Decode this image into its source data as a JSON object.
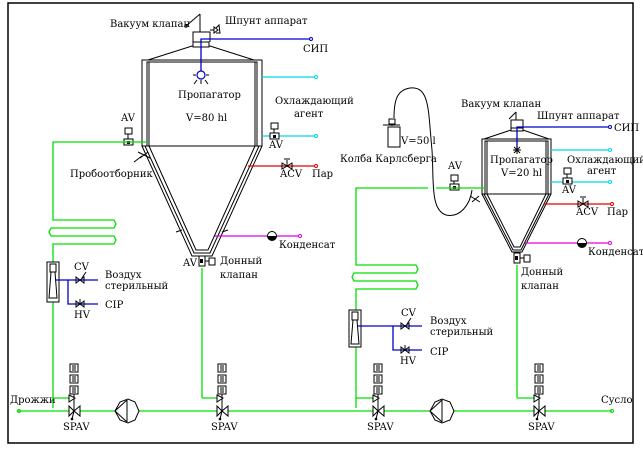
{
  "colors": {
    "product_line": "#00e000",
    "cip_line": "#0000c8",
    "coolant_line": "#00d8e8",
    "steam_line": "#e00000",
    "condensate_line": "#e000e0"
  },
  "tank1": {
    "name": "Пропагатор",
    "volume": "V=80 hl",
    "vacuum_valve": "Вакуум клапан",
    "bung_device": "Шпунт аппарат",
    "cip": "СИП",
    "coolant": "Охлаждающий",
    "coolant2": "агент",
    "av_top_left": "AV",
    "av_coolant": "AV",
    "acv": "ACV",
    "steam": "Пар",
    "sampler": "Пробоотборник",
    "condensate": "Конденсат",
    "av_bottom": "AV",
    "bottom_valve": "Донный",
    "bottom_valve2": "клапан",
    "cv": "CV",
    "sterile_air": "Воздух",
    "sterile_air2": "стерильный",
    "cip_in": "CIP",
    "hv": "HV"
  },
  "carlsberg_flask": {
    "name": "Колба Карлсберга",
    "volume": "V=50 l"
  },
  "tank2": {
    "name": "Пропагатор",
    "volume": "V=20 hl",
    "vacuum_valve": "Вакуум клапан",
    "bung_device": "Шпунт аппарат",
    "cip": "СИП",
    "coolant": "Охлаждающий",
    "coolant2": "агент",
    "av_left": "AV",
    "av_coolant": "AV",
    "acv": "ACV",
    "steam": "Пар",
    "condensate": "Конденсат",
    "bottom_valve": "Донный",
    "bottom_valve2": "клапан",
    "cv": "CV",
    "sterile_air": "Воздух",
    "sterile_air2": "стерильный",
    "cip_in": "CIP",
    "hv": "HV"
  },
  "main_line": {
    "inlet": "Дрожжи",
    "outlet": "Сусло",
    "spav_labels": [
      "SPAV",
      "SPAV",
      "SPAV",
      "SPAV"
    ]
  }
}
